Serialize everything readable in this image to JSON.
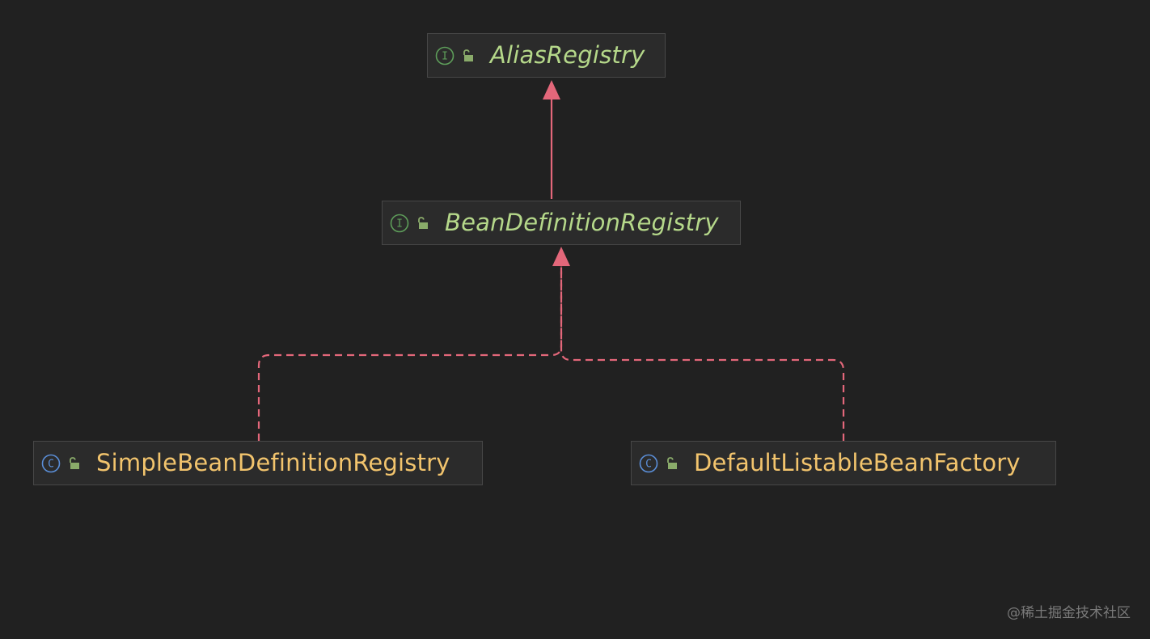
{
  "colors": {
    "background": "#212121",
    "node_fill": "#2b2b2b",
    "node_border": "#474747",
    "interface_text": "#b5d88a",
    "class_text": "#f2c46d",
    "interface_icon": "#5e9e5a",
    "class_icon": "#5b8fd9",
    "lock_icon": "#8aab6a",
    "edge": "#e3677a",
    "watermark": "#7a7a7a"
  },
  "nodes": [
    {
      "id": "alias-registry",
      "label": "AliasRegistry",
      "kind": "interface",
      "icon": "interface-icon",
      "icon_letter": "I"
    },
    {
      "id": "bean-definition-registry",
      "label": "BeanDefinitionRegistry",
      "kind": "interface",
      "icon": "interface-icon",
      "icon_letter": "I"
    },
    {
      "id": "simple-bean-definition-registry",
      "label": "SimpleBeanDefinitionRegistry",
      "kind": "class",
      "icon": "class-icon",
      "icon_letter": "C"
    },
    {
      "id": "default-listable-bean-factory",
      "label": "DefaultListableBeanFactory",
      "kind": "class",
      "icon": "class-icon",
      "icon_letter": "C"
    }
  ],
  "edges": [
    {
      "from": "bean-definition-registry",
      "to": "alias-registry",
      "type": "extends",
      "style": "solid"
    },
    {
      "from": "simple-bean-definition-registry",
      "to": "bean-definition-registry",
      "type": "implements",
      "style": "dashed"
    },
    {
      "from": "default-listable-bean-factory",
      "to": "bean-definition-registry",
      "type": "implements",
      "style": "dashed"
    }
  ],
  "watermark": "@稀土掘金技术社区"
}
